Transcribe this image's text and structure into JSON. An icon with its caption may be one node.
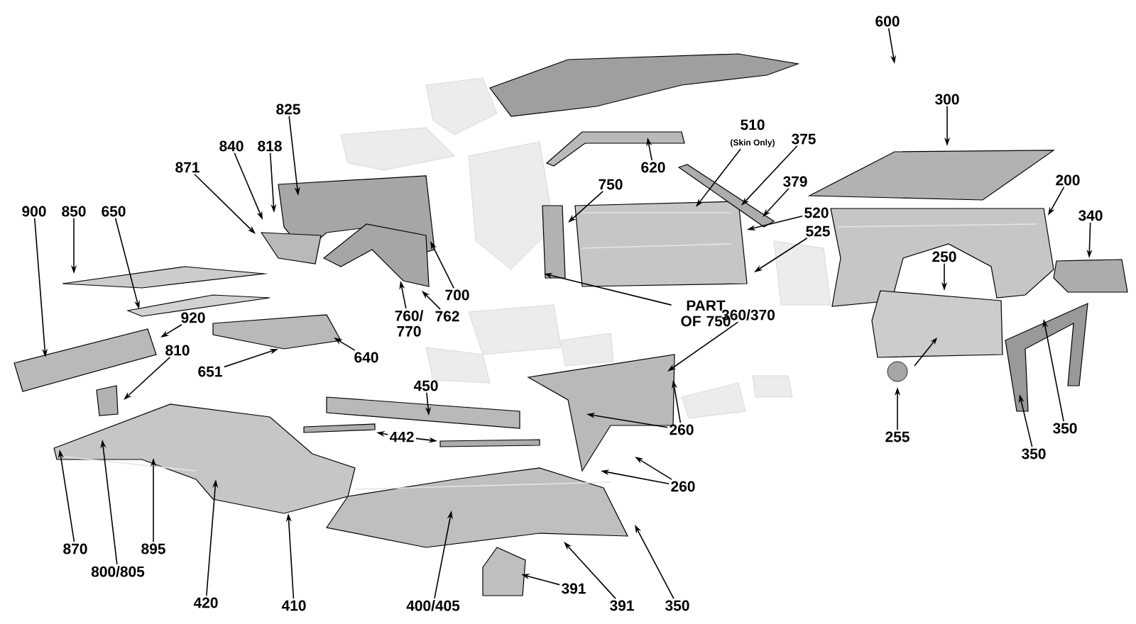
{
  "diagram": {
    "nodes": [
      {
        "text": [
          "600"
        ]
      },
      {
        "text": [
          "825"
        ]
      },
      {
        "text": [
          "300"
        ]
      },
      {
        "text": [
          "840"
        ]
      },
      {
        "text": [
          "818"
        ]
      },
      {
        "text": [
          "510"
        ],
        "beside": [
          "(Skin Only)"
        ]
      },
      {
        "text": [
          "375"
        ]
      },
      {
        "text": [
          "620"
        ]
      },
      {
        "text": [
          "871"
        ]
      },
      {
        "text": [
          "750"
        ]
      },
      {
        "text": [
          "379"
        ]
      },
      {
        "text": [
          "200"
        ]
      },
      {
        "text": [
          "900"
        ]
      },
      {
        "text": [
          "850"
        ]
      },
      {
        "text": [
          "650"
        ]
      },
      {
        "text": [
          "520"
        ]
      },
      {
        "text": [
          "340"
        ]
      },
      {
        "text": [
          "525"
        ]
      },
      {
        "text": [
          "250"
        ]
      },
      {
        "text": [
          "700"
        ]
      },
      {
        "text": [
          "PART OF 750"
        ]
      },
      {
        "text": [
          "762"
        ]
      },
      {
        "text": [
          "760/ 770"
        ]
      },
      {
        "text": [
          "920"
        ]
      },
      {
        "text": [
          "360/370"
        ]
      },
      {
        "text": [
          "640"
        ]
      },
      {
        "text": [
          "810"
        ]
      },
      {
        "text": [
          "651"
        ]
      },
      {
        "text": [
          "450"
        ]
      },
      {
        "text": [
          "260"
        ]
      },
      {
        "text": [
          "442"
        ]
      },
      {
        "text": [
          "255"
        ]
      },
      {
        "text": [
          "350"
        ]
      },
      {
        "text": [
          "350"
        ]
      },
      {
        "text": [
          "260"
        ]
      },
      {
        "text": [
          "870"
        ]
      },
      {
        "text": [
          "895"
        ]
      },
      {
        "text": [
          "800/805"
        ]
      },
      {
        "text": [
          "391"
        ]
      },
      {
        "text": [
          "420"
        ]
      },
      {
        "text": [
          "410"
        ]
      },
      {
        "text": [
          "400/405"
        ]
      },
      {
        "text": [
          "391"
        ]
      },
      {
        "text": [
          "350"
        ]
      }
    ],
    "edges": [
      {
        "from": 0,
        "to": null,
        "arrow": "to"
      },
      {
        "from": 1,
        "to": null,
        "arrow": "to"
      },
      {
        "from": 2,
        "to": null,
        "arrow": "to"
      },
      {
        "from": 3,
        "to": null,
        "arrow": "to"
      },
      {
        "from": 4,
        "to": null,
        "arrow": "to"
      },
      {
        "from": 5,
        "to": null,
        "arrow": "to"
      },
      {
        "from": 6,
        "to": null,
        "arrow": "to"
      },
      {
        "from": 7,
        "to": null,
        "arrow": "to"
      },
      {
        "from": 8,
        "to": null,
        "arrow": "to"
      },
      {
        "from": 9,
        "to": null,
        "arrow": "to"
      },
      {
        "from": 10,
        "to": null,
        "arrow": "to"
      },
      {
        "from": 11,
        "to": null,
        "arrow": "to"
      },
      {
        "from": 12,
        "to": null,
        "arrow": "to"
      },
      {
        "from": 13,
        "to": null,
        "arrow": "to"
      },
      {
        "from": 14,
        "to": null,
        "arrow": "to"
      },
      {
        "from": 15,
        "to": null,
        "arrow": "to"
      },
      {
        "from": 16,
        "to": null,
        "arrow": "to"
      },
      {
        "from": 17,
        "to": null,
        "arrow": "to"
      },
      {
        "from": 18,
        "to": null,
        "arrow": "to"
      },
      {
        "from": 19,
        "to": null,
        "arrow": "to"
      },
      {
        "from": 20,
        "to": null,
        "arrow": "to"
      },
      {
        "from": 21,
        "to": null,
        "arrow": "to"
      },
      {
        "from": 22,
        "to": null,
        "arrow": "to"
      },
      {
        "from": 23,
        "to": null,
        "arrow": "to"
      },
      {
        "from": 24,
        "to": null,
        "arrow": "to"
      },
      {
        "from": 25,
        "to": null,
        "arrow": "to"
      },
      {
        "from": 26,
        "to": null,
        "arrow": "to"
      },
      {
        "from": 27,
        "to": null,
        "arrow": "to"
      },
      {
        "from": 28,
        "to": null,
        "arrow": "to"
      },
      {
        "from": 29,
        "to": null,
        "arrow": "to"
      },
      {
        "from": 29,
        "to": null,
        "arrow": "to"
      },
      {
        "from": 30,
        "to": null,
        "arrow": "to"
      },
      {
        "from": 30,
        "to": null,
        "arrow": "to"
      },
      {
        "from": 31,
        "to": null,
        "arrow": "to"
      },
      {
        "from": 32,
        "to": null,
        "arrow": "to"
      },
      {
        "from": 33,
        "to": null,
        "arrow": "to"
      },
      {
        "from": 34,
        "to": null,
        "arrow": "to"
      },
      {
        "from": 34,
        "to": null,
        "arrow": "to"
      },
      {
        "from": 35,
        "to": null,
        "arrow": "to"
      },
      {
        "from": 36,
        "to": null,
        "arrow": "to"
      },
      {
        "from": 37,
        "to": null,
        "arrow": "to"
      },
      {
        "from": 38,
        "to": null,
        "arrow": "to"
      },
      {
        "from": 39,
        "to": null,
        "arrow": "to"
      },
      {
        "from": 40,
        "to": null,
        "arrow": "to"
      },
      {
        "from": 41,
        "to": null,
        "arrow": "to"
      },
      {
        "from": 42,
        "to": null,
        "arrow": "to"
      },
      {
        "from": 43,
        "to": null,
        "arrow": "to"
      }
    ]
  }
}
